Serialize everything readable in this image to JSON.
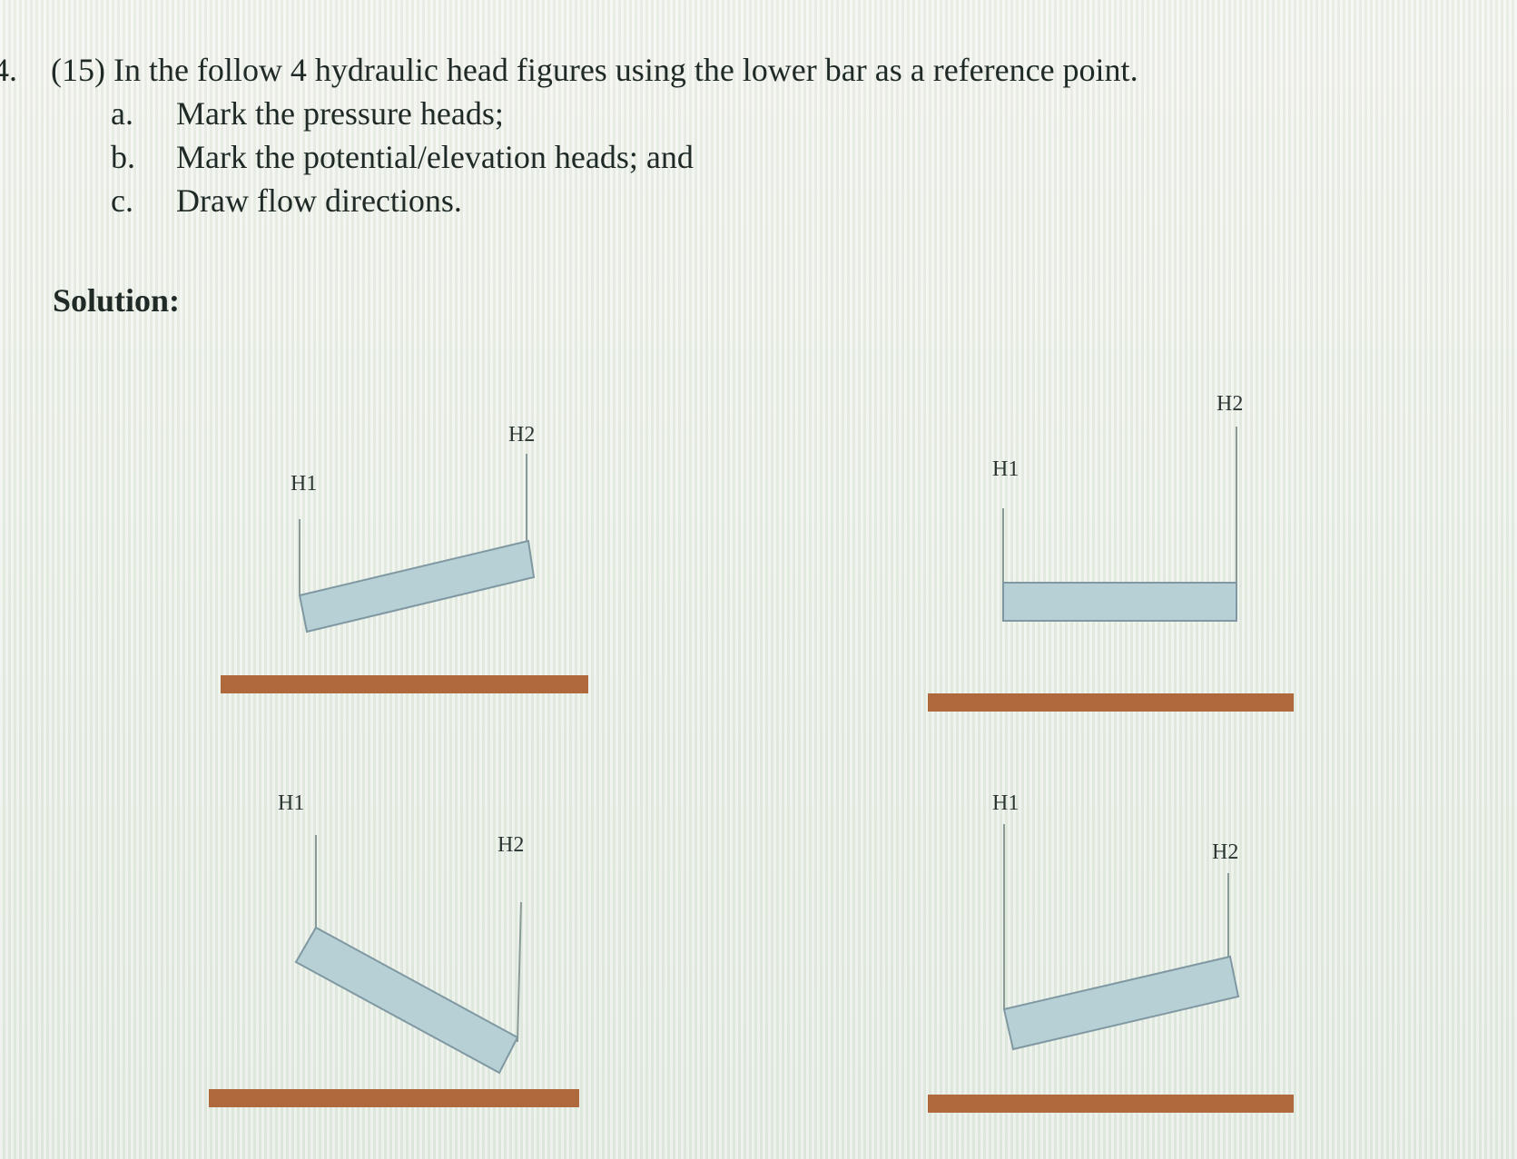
{
  "question": {
    "number": "4.",
    "text": "(15) In the follow 4 hydraulic head figures using the lower bar as a reference point.",
    "items": [
      {
        "letter": "a.",
        "text": "Mark the pressure heads;"
      },
      {
        "letter": "b.",
        "text": "Mark the potential/elevation heads; and"
      },
      {
        "letter": "c.",
        "text": "Draw flow directions."
      }
    ]
  },
  "solution_label": "Solution:",
  "figures": [
    {
      "h1_label": "H1",
      "h2_label": "H2"
    },
    {
      "h1_label": "H1",
      "h2_label": "H2"
    },
    {
      "h1_label": "H1",
      "h2_label": "H2"
    },
    {
      "h1_label": "H1",
      "h2_label": "H2"
    }
  ],
  "colors": {
    "pipe_fill": "#b7d0d6",
    "pipe_stroke": "#7f98a2",
    "reference_bar": "#b0683d",
    "standpipe": "#8a9a98"
  }
}
